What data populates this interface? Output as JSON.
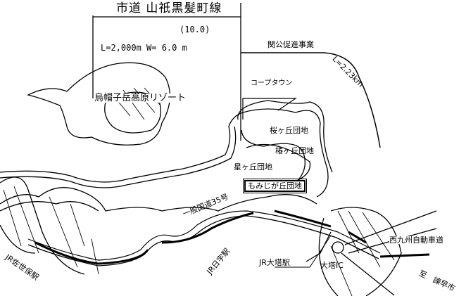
{
  "title": "市道 山祇黒髪町線",
  "spec": {
    "width_class": "(10.0)",
    "length_width": "L=2,000m  W=  6.0 m"
  },
  "labels": {
    "project": "関公促進事業",
    "project_length": "L=2.23km",
    "resort": "烏帽子岳高原リゾート",
    "coop_town": "コープタウン",
    "sakuragaoka": "桜ヶ丘団地",
    "tsubakigaoka": "椿ヶ丘団地",
    "hoshigaoka": "星ヶ丘団地",
    "momijigaoka": "もみじが丘団地",
    "route35": "一般国道35号",
    "jr_hiu": "JR日宇駅",
    "jr_sasebo": "JR佐世保駅",
    "jr_daito": "JR大塔駅",
    "expressway": "西九州自動車道",
    "daito_ic": "大塔IC",
    "to_isahaya": "至　諫早市"
  }
}
